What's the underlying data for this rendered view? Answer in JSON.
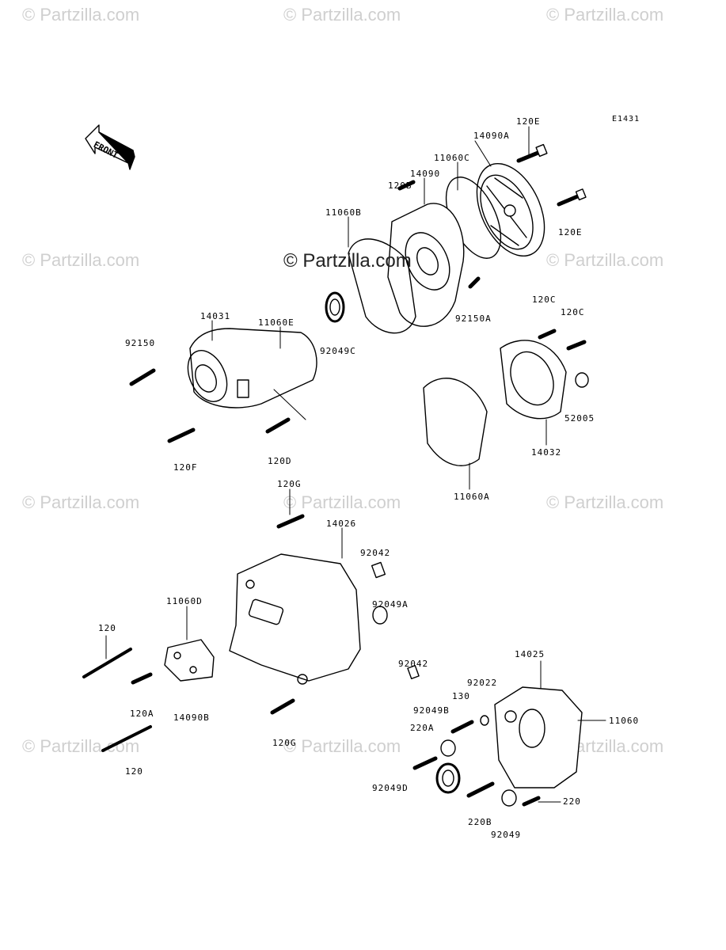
{
  "watermark": "© Partzilla.com",
  "center_watermark": "© Partzilla.com",
  "diagram_code": "E1431",
  "front_label": "FRONT",
  "labels": {
    "l120E_top": "120E",
    "l14090A": "14090A",
    "l11060C": "11060C",
    "l14090": "14090",
    "l120B": "120B",
    "l120E_right": "120E",
    "l11060B": "11060B",
    "l120C_1": "120C",
    "l120C_2": "120C",
    "l14031": "14031",
    "l11060E": "11060E",
    "l92150A": "92150A",
    "l92150": "92150",
    "l92049C": "92049C",
    "l52005": "52005",
    "l14032": "14032",
    "l120F": "120F",
    "l120D": "120D",
    "l11060A": "11060A",
    "l120G_top": "120G",
    "l14026": "14026",
    "l92042_top": "92042",
    "l11060D": "11060D",
    "l92049A": "92049A",
    "l120_top": "120",
    "l92042_bottom": "92042",
    "l14025": "14025",
    "l92022": "92022",
    "l130": "130",
    "l92049B": "92049B",
    "l11060": "11060",
    "l120A": "120A",
    "l14090B": "14090B",
    "l220A": "220A",
    "l120G_bottom": "120G",
    "l120_bottom": "120",
    "l92049D": "92049D",
    "l220": "220",
    "l220B": "220B",
    "l92049": "92049"
  }
}
